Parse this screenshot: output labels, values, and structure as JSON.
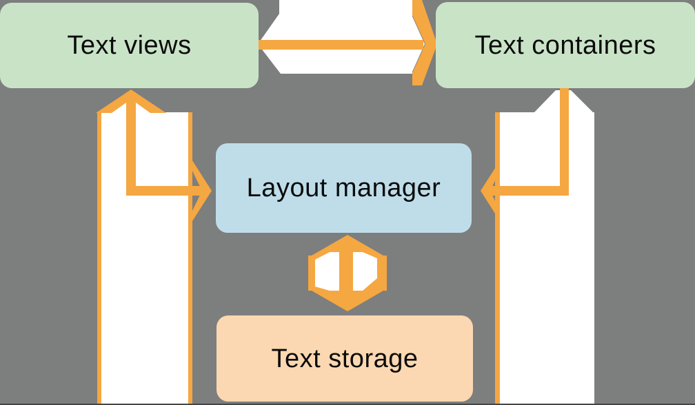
{
  "colors": {
    "background": "#7d7e7e",
    "box_green": "#c9e3c7",
    "box_blue": "#bedde9",
    "box_peach": "#fbd8b1",
    "arrow_orange": "#f5a742",
    "arrow_white": "#ffffff",
    "label_text": "#0b0b0b",
    "bottom_edge": "#454545"
  },
  "nodes": {
    "text_views": {
      "label": "Text views"
    },
    "text_containers": {
      "label": "Text containers"
    },
    "layout_manager": {
      "label": "Layout manager"
    },
    "text_storage": {
      "label": "Text storage"
    }
  },
  "edges": [
    {
      "from": "Text views",
      "to": "Text containers",
      "style": "thick-white-arrow-with-thin-orange-arrow",
      "direction": "right"
    },
    {
      "from": "off-screen-bottom",
      "to": "Text views",
      "style": "thick-white-column-with-orange-chevron-head",
      "direction": "up"
    },
    {
      "from": "Text views",
      "to": "Layout manager",
      "style": "thin-orange-elbow-arrow",
      "direction": "down-then-right"
    },
    {
      "from": "off-screen-bottom",
      "to": "Text containers",
      "style": "thick-white-column-with-white-peak",
      "direction": "up"
    },
    {
      "from": "Text containers",
      "to": "Layout manager",
      "style": "thin-orange-elbow-arrow",
      "direction": "down-then-left"
    },
    {
      "from": "Layout manager",
      "to": "Text storage",
      "style": "orange-double-arrow-with-white-inserts",
      "direction": "both"
    }
  ]
}
